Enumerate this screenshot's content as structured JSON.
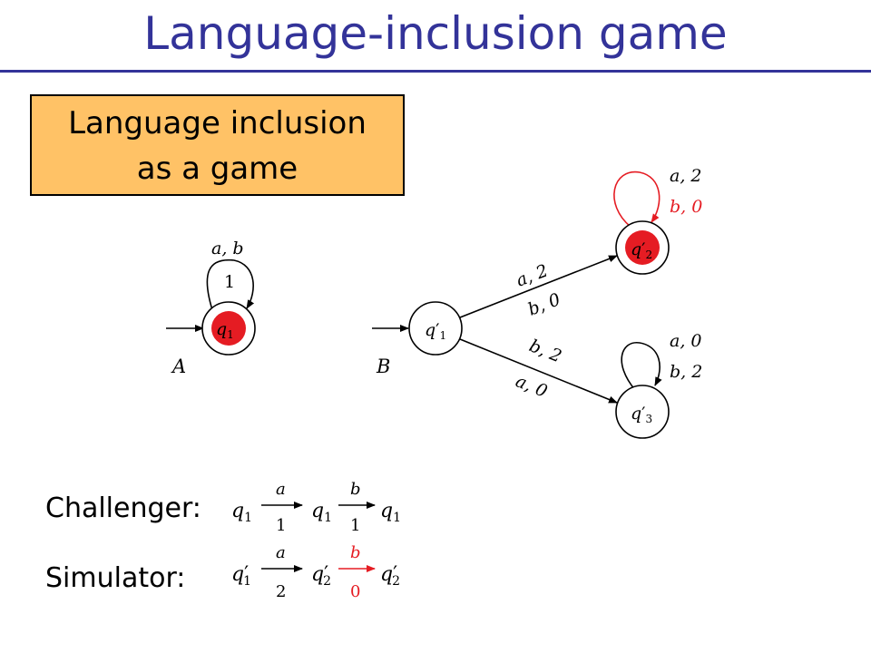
{
  "title": "Language-inclusion game",
  "callout": {
    "line1": "Language inclusion",
    "line2": "as a game"
  },
  "automaton_A": {
    "name": "A",
    "state": "q",
    "state_sub": "1",
    "loop_label": "a, b",
    "loop_weight": "1"
  },
  "automaton_B": {
    "name": "B",
    "q1": {
      "base": "q",
      "sub": "1"
    },
    "q2": {
      "base": "q",
      "sub": "2"
    },
    "q3": {
      "base": "q",
      "sub": "3"
    },
    "edge_q1_q2": {
      "l1": "a, 2",
      "l2": "b, 0"
    },
    "edge_q1_q3": {
      "l1": "b, 2",
      "l2": "a, 0"
    },
    "loop_q2": {
      "l1": "a, 2",
      "l2": "b, 0"
    },
    "loop_q3": {
      "l1": "a, 0",
      "l2": "b, 2"
    }
  },
  "challenger": {
    "label": "Challenger:",
    "states": [
      "1",
      "1",
      "1"
    ],
    "letters": [
      "a",
      "b"
    ],
    "weights": [
      "1",
      "1"
    ]
  },
  "simulator": {
    "label": "Simulator:",
    "states": [
      "1",
      "2",
      "2"
    ],
    "letters": [
      "a",
      "b"
    ],
    "weights": [
      "2",
      "0"
    ]
  },
  "colors": {
    "title": "#333399",
    "highlight": "#e51c23",
    "callout_bg": "#ffc266"
  }
}
